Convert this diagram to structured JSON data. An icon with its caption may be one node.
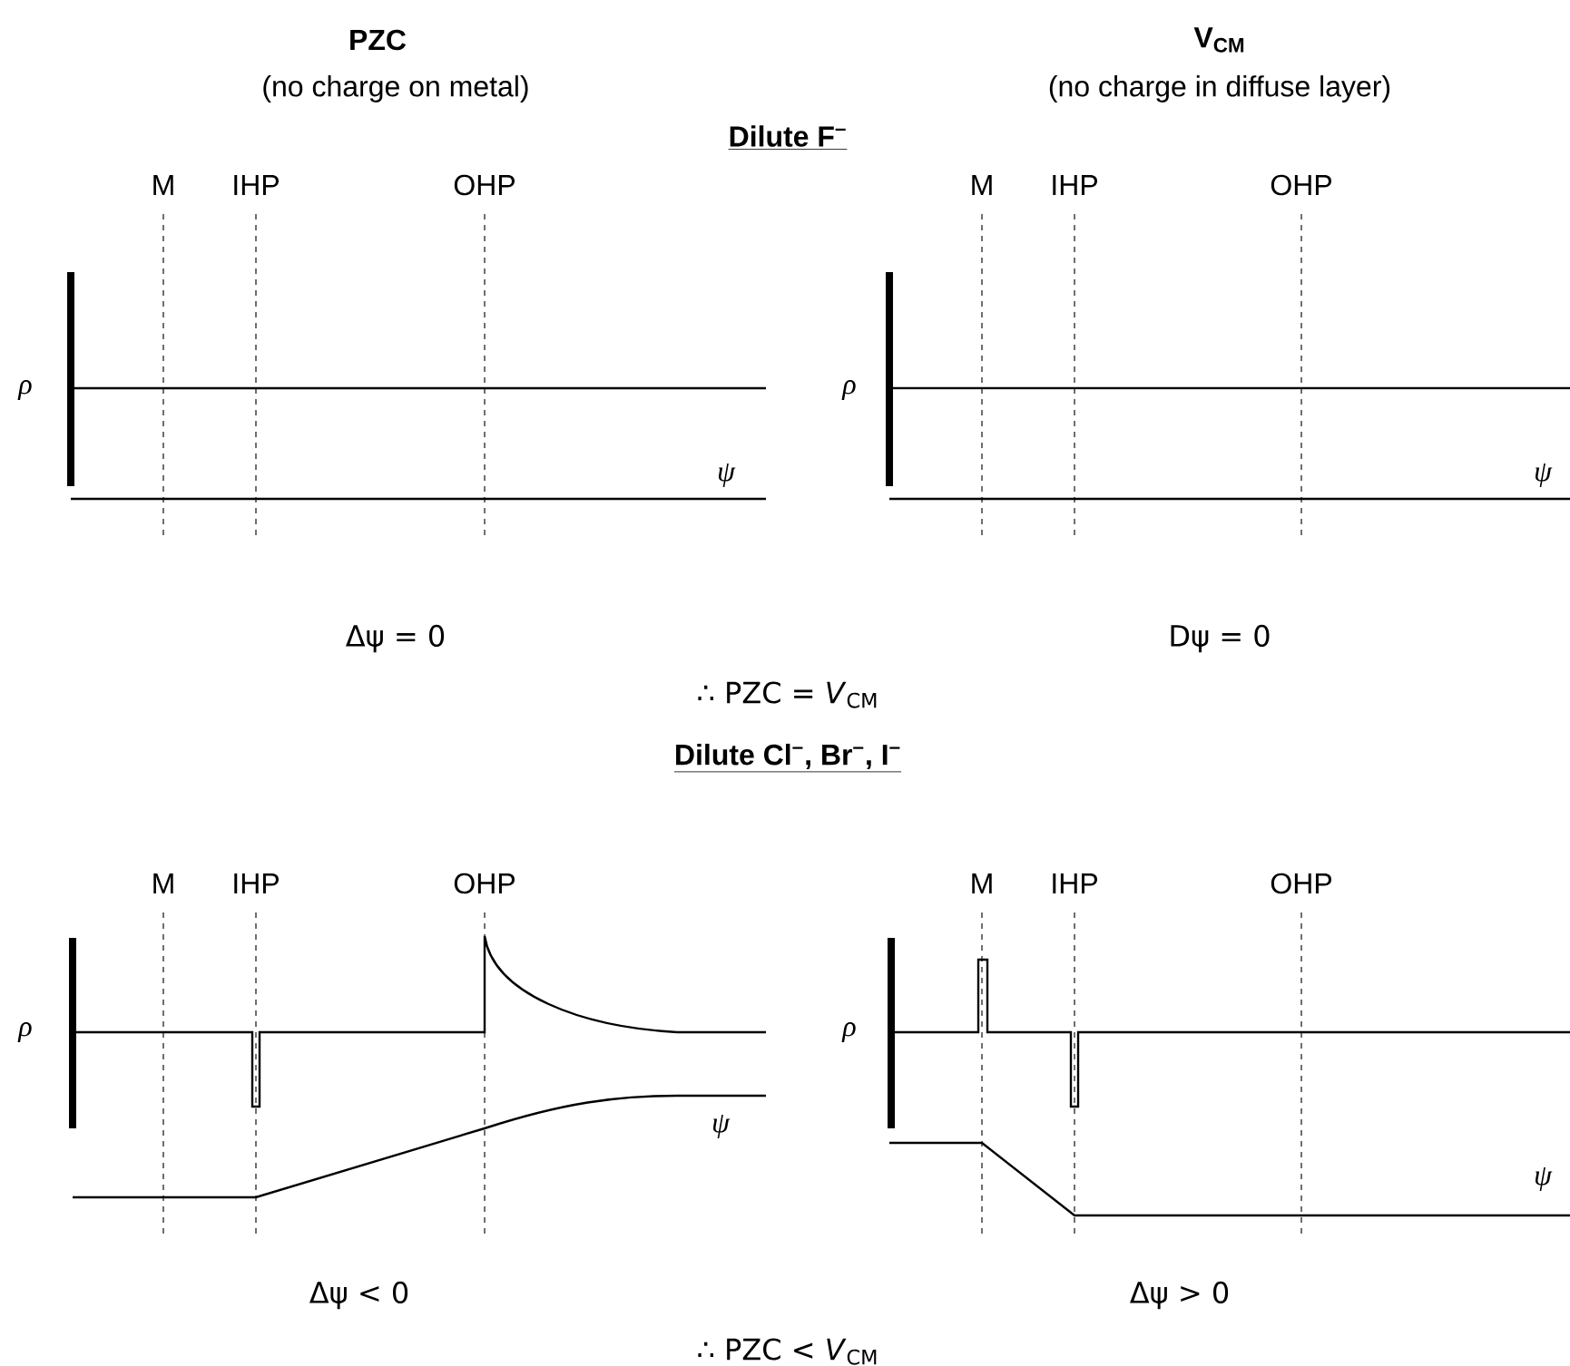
{
  "diagram": {
    "labels": [
      "PZC",
      "V$_{CM}$",
      "(no charge on metal)",
      "(no charge in diffuse layer)",
      "Dilute F$^{–}$",
      "M",
      "IHP",
      "OHP",
      "M",
      "IHP",
      "OHP",
      "ρ",
      "ρ",
      "ψ",
      "ψ",
      "Δψ = 0",
      "Dψ = 0",
      "∴ PZC = *V*$_{CM}$",
      "Dilute Cl$^{–}$, Br$^{–}$, I$^{–}$",
      "M",
      "IHP",
      "OHP",
      "M",
      "IHP",
      "OHP",
      "ρ",
      "ρ",
      "ψ",
      "ψ",
      "Δψ < 0",
      "Δψ > 0",
      "∴ PZC < *V*$_{CM}$"
    ]
  }
}
